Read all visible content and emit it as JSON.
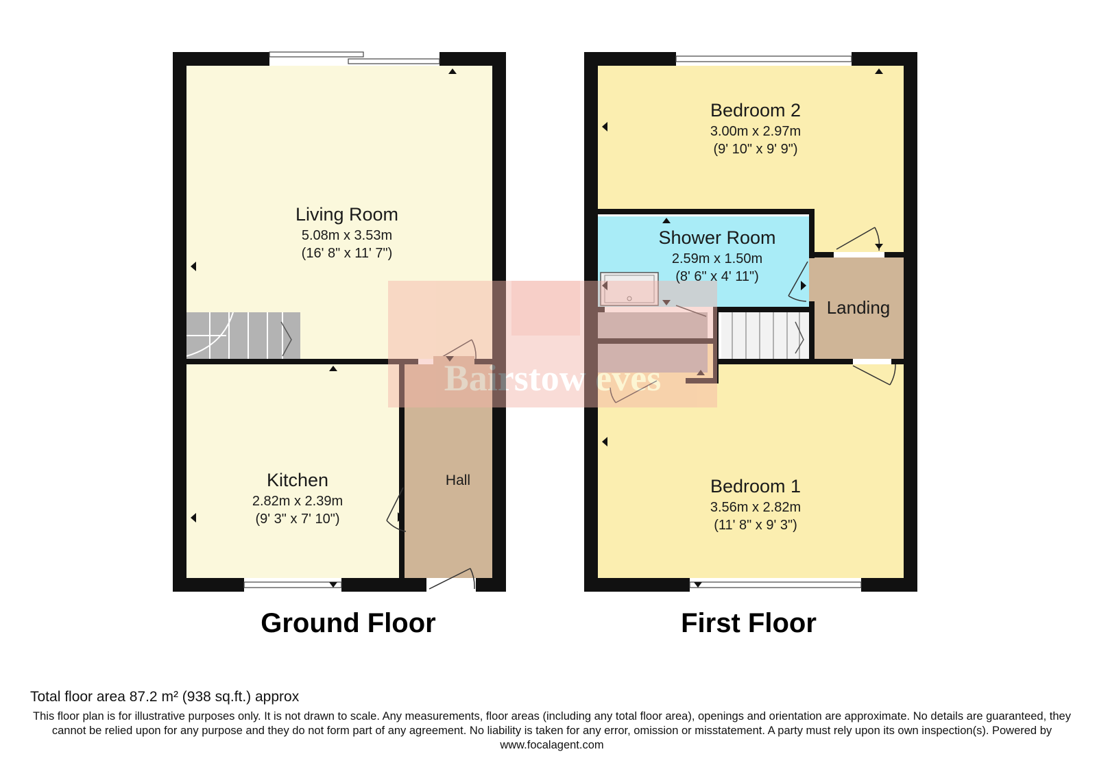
{
  "colors": {
    "wall": "#111111",
    "cream": "#fbf8dc",
    "yellow": "#fbeeb0",
    "shower": "#a9ecf7",
    "hall": "#cfb597",
    "stairs": "#b3b3b3",
    "watermark": "#f3b2a7"
  },
  "watermark": {
    "text": "Bairstow eves"
  },
  "ground_floor": {
    "title": "Ground Floor",
    "rooms": {
      "living": {
        "name": "Living Room",
        "metric": "5.08m x 3.53m",
        "imperial": "(16' 8\" x 11' 7\")"
      },
      "kitchen": {
        "name": "Kitchen",
        "metric": "2.82m x 2.39m",
        "imperial": "(9' 3\" x 7' 10\")"
      },
      "hall": {
        "name": "Hall"
      }
    }
  },
  "first_floor": {
    "title": "First Floor",
    "rooms": {
      "bedroom2": {
        "name": "Bedroom 2",
        "metric": "3.00m x 2.97m",
        "imperial": "(9' 10\" x 9' 9\")"
      },
      "shower": {
        "name": "Shower Room",
        "metric": "2.59m x 1.50m",
        "imperial": "(8' 6\" x 4' 11\")"
      },
      "landing": {
        "name": "Landing"
      },
      "bedroom1": {
        "name": "Bedroom 1",
        "metric": "3.56m x 2.82m",
        "imperial": "(11' 8\" x 9' 3\")"
      }
    }
  },
  "footer": {
    "total_area": "Total floor area 87.2 m² (938 sq.ft.) approx",
    "disclaimer": "This floor plan is for illustrative purposes only. It is not drawn to scale. Any measurements, floor areas (including any total floor area), openings and orientation are approximate. No details are guaranteed, they cannot be relied upon for any purpose and they do not form part of any agreement. No liability is taken for any error, omission or misstatement. A party must rely upon its own inspection(s). Powered by www.focalagent.com"
  }
}
